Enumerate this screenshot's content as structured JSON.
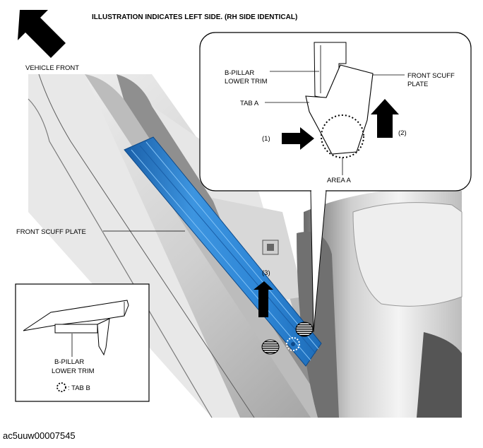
{
  "header": {
    "title": "ILLUSTRATION INDICATES LEFT SIDE. (RH SIDE IDENTICAL)"
  },
  "labels": {
    "vehicle_front": "VEHICLE FRONT",
    "front_scuff_plate_main": "FRONT SCUFF PLATE",
    "b_pillar_line1": "B-PILLAR",
    "b_pillar_line2": "LOWER TRIM",
    "front_scuff_line1": "FRONT SCUFF",
    "front_scuff_line2": "PLATE",
    "tab_a": "TAB A",
    "area_a": "AREA A",
    "step1": "(1)",
    "step2": "(2)",
    "step3": "(3)",
    "inset_b_pillar_line1": "B-PILLAR",
    "inset_b_pillar_line2": "LOWER TRIM",
    "tab_b": ": TAB B"
  },
  "footer": {
    "image_code": "ac5uuw00007545"
  },
  "colors": {
    "scuff_plate": "#2e86d6",
    "scuff_plate_dark": "#1a5fa8",
    "body_gray": "#d4d4d4"
  }
}
